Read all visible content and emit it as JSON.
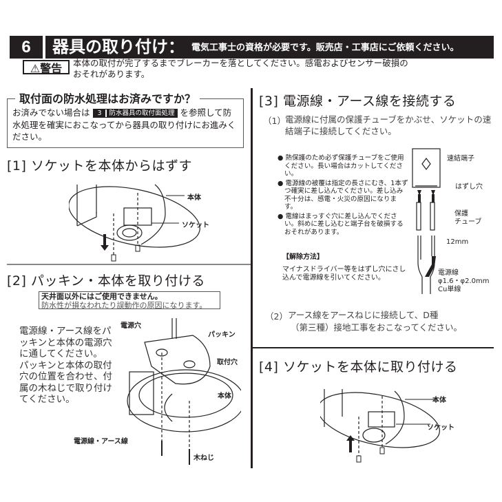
{
  "header": {
    "section_number": "6",
    "title": "器具の取り付け：",
    "subtitle": "電気工事士の資格が必要です。販売店・工事店にご依頼ください。"
  },
  "warning": {
    "badge": "⚠警告",
    "text_line1": "本体の取付が完了するまでブレーカーを落としてください。感電およびセンサー破損の",
    "text_line2": "おそれがあります。"
  },
  "waterproof_box": {
    "title": "取付面の防水処理はお済みですか？",
    "text_before": "お済みでない場合は",
    "ref_number": "3",
    "ref_label": "防水器具の取付面処理",
    "text_after": "を参照して防水処理を確実におこなってから器具の取り付けにお進みください。"
  },
  "step1": {
    "heading": "[1] ソケットを本体からはずす",
    "labels": {
      "body": "本体",
      "socket": "ソケット"
    }
  },
  "step2": {
    "heading": "[2] パッキン・本体を取り付ける",
    "note_line1": "天井面以外にはご使用できません。",
    "note_line2": "防水性が損なわれたり誤動作の原因になります。",
    "instructions": [
      "電源線・アース線をパッキンと本体の電源穴に通してください。",
      "パッキンと本体の取付穴の位置を合わせ、付属の木ねじで取り付けてください。"
    ],
    "labels": {
      "power_hole": "電源穴",
      "packing": "パッキン",
      "mount_hole": "取付穴",
      "body": "本体",
      "wires": "電源線・アース線",
      "wood_screw": "木ねじ"
    }
  },
  "step3": {
    "heading": "[3] 電源線・アース線を接続する",
    "sub1_num": "（1）",
    "sub1_text": "電源線に付属の保護チューブをかぶせ、ソケットの速結端子に接続してください。",
    "bullets": [
      "熱保護のため必ず保護チューブをご使用ください。長い場合はカットしてください。",
      "電源線の被覆は指定の長さにむき、1本ずつ確実に差し込んでください。差し込み不十分は、感電・火災の原因になります。",
      "電線はまっすぐ穴に差し込んでください。斜めに差し込むと端子台を破損するおそれがあります。"
    ],
    "release_title": "【解除方法】",
    "release_text": "マイナスドライバー等をはずし穴にさし込んで電源線を引いてください。",
    "labels": {
      "terminal": "速結端子",
      "release_hole": "はずし穴",
      "tube_line1": "保護",
      "tube_line2": "チューブ",
      "strip_length": "12mm",
      "wire_line1": "電源線",
      "wire_line2": "φ1.6・φ2.0mm",
      "wire_line3": "Cu単線"
    },
    "sub2_num": "（2）",
    "sub2_line1": "アース線をアースねじに接続して、D種",
    "sub2_line2": "（第三種）接地工事をおこなってください。"
  },
  "step4": {
    "heading": "[4] ソケットを本体に取り付ける",
    "labels": {
      "body": "本体",
      "socket": "ソケット"
    }
  },
  "colors": {
    "ink": "#231f20",
    "white": "#ffffff",
    "gray": "#555555"
  }
}
